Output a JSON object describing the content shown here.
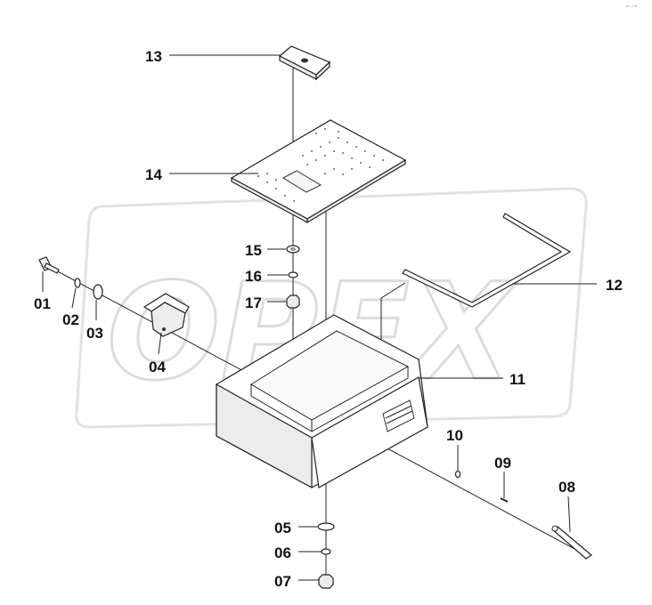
{
  "watermark": {
    "text": "OPEX"
  },
  "corner_mark": "ᴮᴬ ᵀᴬᴮ",
  "callouts": {
    "p01": "01",
    "p02": "02",
    "p03": "03",
    "p04": "04",
    "p05": "05",
    "p06": "06",
    "p07": "07",
    "p08": "08",
    "p09": "09",
    "p10": "10",
    "p11": "11",
    "p12": "12",
    "p13": "13",
    "p14": "14",
    "p15": "15",
    "p16": "16",
    "p17": "17"
  }
}
